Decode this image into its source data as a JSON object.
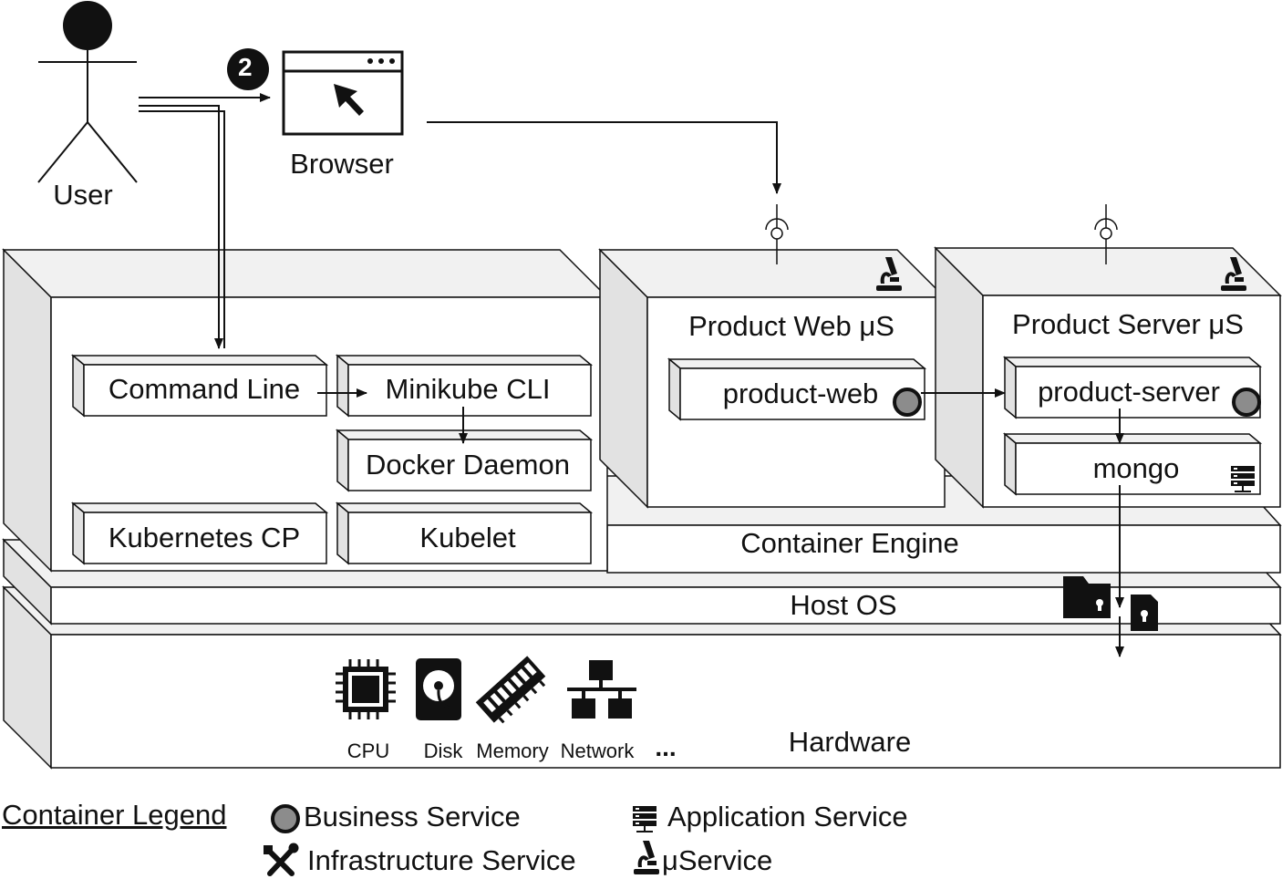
{
  "actors": {
    "user": "User",
    "browser": "Browser",
    "step_badge": "2"
  },
  "layers": {
    "hardware": "Hardware",
    "host_os": "Host OS",
    "container_engine": "Container Engine"
  },
  "minikube_components": {
    "command_line": "Command Line",
    "minikube_cli": "Minikube CLI",
    "docker_daemon": "Docker Daemon",
    "kubernetes_cp": "Kubernetes CP",
    "kubelet": "Kubelet"
  },
  "microservices": [
    {
      "title": "Product Web μS",
      "services": [
        "product-web"
      ]
    },
    {
      "title": "Product Server μS",
      "services": [
        "product-server",
        "mongo"
      ]
    }
  ],
  "hardware_items": [
    "CPU",
    "Disk",
    "Memory",
    "Network",
    "..."
  ],
  "legend": {
    "title": "Container Legend",
    "items": [
      "Business Service",
      "Application Service",
      "Infrastructure Service",
      "μService"
    ]
  },
  "colors": {
    "stroke": "#111111",
    "box_face": "#ffffff",
    "box_side": "#e2e2e2",
    "business_dot": "#8c8c8c"
  }
}
